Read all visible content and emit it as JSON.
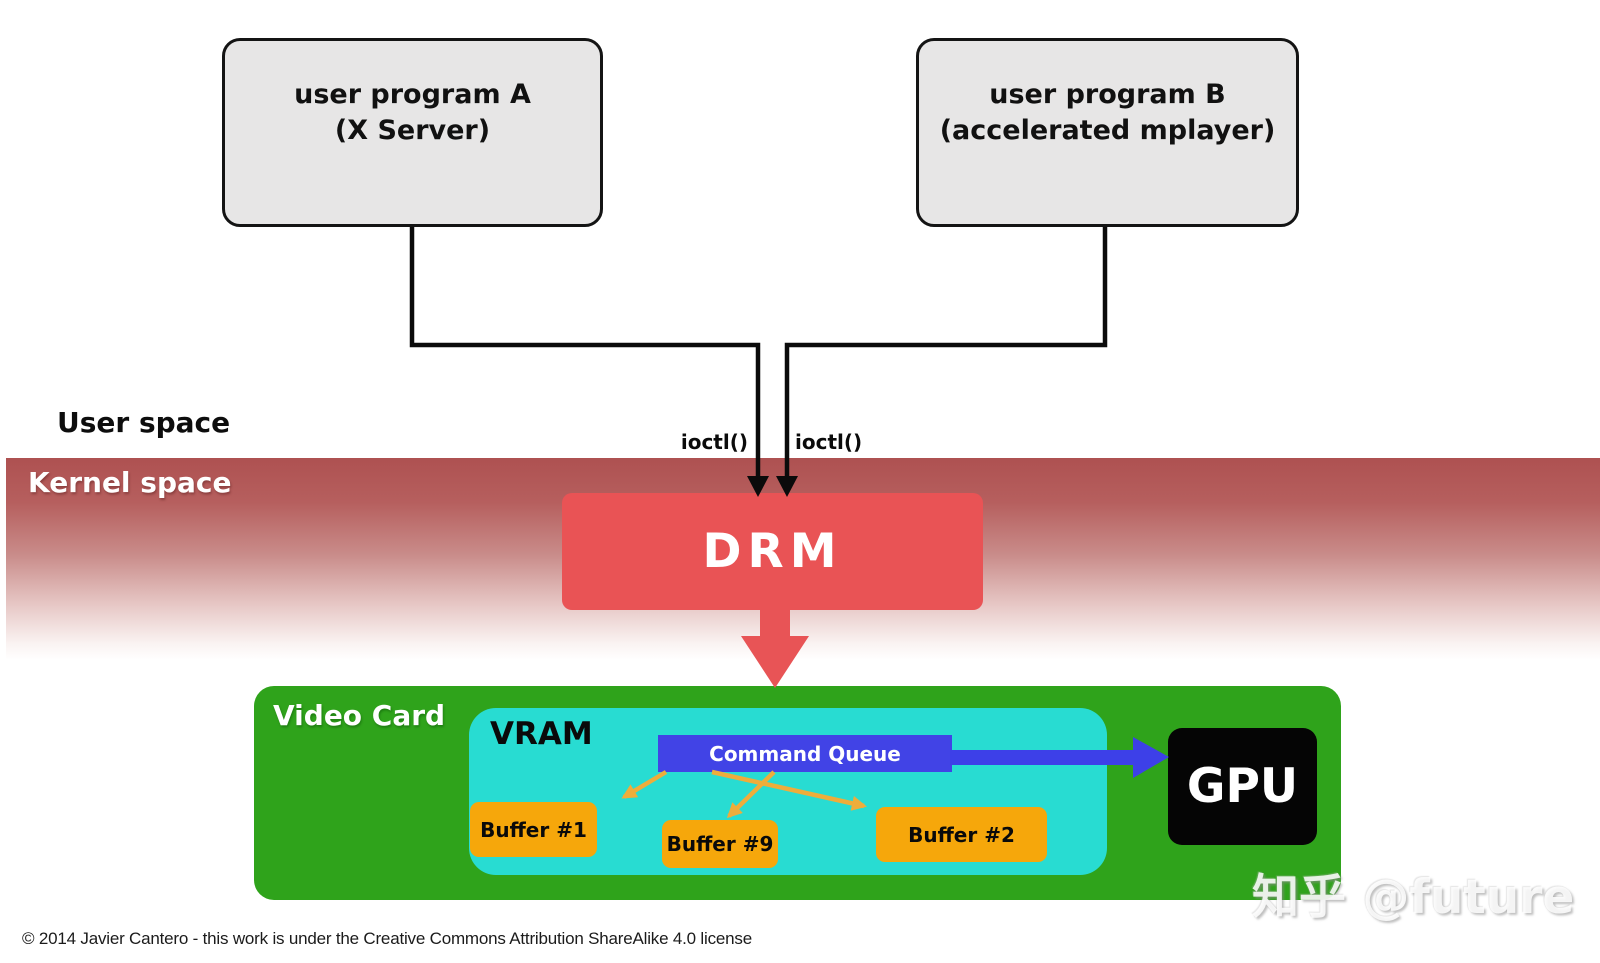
{
  "diagram": {
    "user_programs": [
      {
        "line1": "user program A",
        "line2": "(X Server)"
      },
      {
        "line1": "user program B",
        "line2": "(accelerated mplayer)"
      }
    ],
    "ioctl_left": "ioctl()",
    "ioctl_right": "ioctl()",
    "user_space_label": "User space",
    "kernel_space_label": "Kernel space",
    "drm_label": "DRM",
    "video_card": {
      "title": "Video Card",
      "vram_label": "VRAM",
      "command_queue_label": "Command Queue",
      "buffers": [
        "Buffer #1",
        "Buffer #9",
        "Buffer #2"
      ],
      "gpu_label": "GPU"
    }
  },
  "watermark": {
    "brand": "知乎",
    "handle": "@future"
  },
  "footer": {
    "copyright": "© 2014 Javier Cantero - this work is under the Creative Commons Attribution ShareAlike 4.0 license"
  },
  "colors": {
    "user_box_gray": "#e7e6e6",
    "kernel_band_red": "#ae5151",
    "drm_red": "#e95355",
    "video_card_green": "#2fa31b",
    "vram_cyan": "#28dcd2",
    "queue_blue": "#4143e6",
    "buffer_orange": "#f6a70b",
    "arrow_orange": "#eead3b",
    "gpu_black": "#050505"
  }
}
